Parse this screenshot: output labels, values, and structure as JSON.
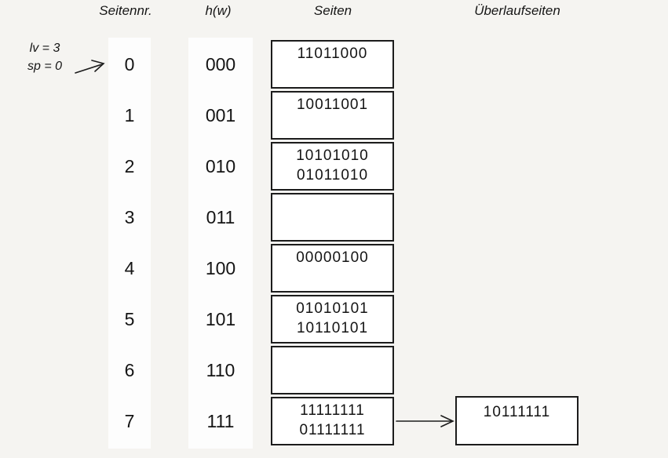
{
  "headers": {
    "seitennr": "Seitennr.",
    "hw": "h(w)",
    "seiten": "Seiten",
    "ueberlauf": "Überlaufseiten"
  },
  "annotation": {
    "line1": "lv = 3",
    "line2": "sp = 0"
  },
  "buckets": [
    {
      "nr": "0",
      "hash": "000",
      "entries": [
        "11011000"
      ]
    },
    {
      "nr": "1",
      "hash": "001",
      "entries": [
        "10011001"
      ]
    },
    {
      "nr": "2",
      "hash": "010",
      "entries": [
        "10101010",
        "01011010"
      ]
    },
    {
      "nr": "3",
      "hash": "011",
      "entries": []
    },
    {
      "nr": "4",
      "hash": "100",
      "entries": [
        "00000100"
      ]
    },
    {
      "nr": "5",
      "hash": "101",
      "entries": [
        "01010101",
        "10110101"
      ]
    },
    {
      "nr": "6",
      "hash": "110",
      "entries": []
    },
    {
      "nr": "7",
      "hash": "111",
      "entries": [
        "11111111",
        "01111111"
      ]
    }
  ],
  "overflow": {
    "attached_to_bucket": "7",
    "entries": [
      "10111111"
    ]
  },
  "colors": {
    "background": "#f5f4f1",
    "strip_fill": "#fdfdfd",
    "box_fill": "#ffffff",
    "box_border": "#1c1c1c",
    "text": "#141414"
  }
}
